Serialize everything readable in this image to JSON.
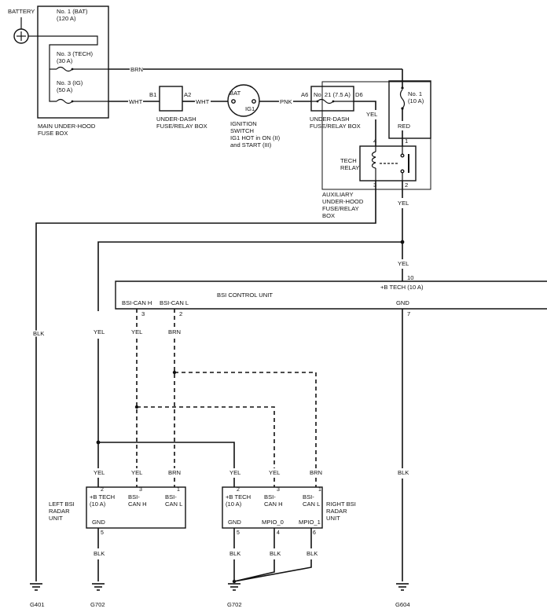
{
  "battery": {
    "label": "BATTERY"
  },
  "main_fuse_box": {
    "label_1": "MAIN UNDER-HOOD",
    "label_2": "FUSE BOX",
    "fuses": [
      {
        "name": "No. 1 (BAT)",
        "rating": "(120 A)"
      },
      {
        "name": "No. 3 (TECH)",
        "rating": "(30 A)"
      },
      {
        "name": "No. 3 (IG)",
        "rating": "(50 A)"
      }
    ]
  },
  "under_dash_box_1": {
    "pin_in": "B1",
    "pin_out": "A2",
    "label_1": "UNDER-DASH",
    "label_2": "FUSE/RELAY BOX"
  },
  "ignition_switch": {
    "pin_bat": "BAT",
    "pin_ig1": "IG1",
    "label_1": "IGNITION",
    "label_2": "SWITCH",
    "note_1": "IG1 HOT in ON (II)",
    "note_2": "and START (III)"
  },
  "under_dash_box_2": {
    "pin_in": "A6",
    "pin_out": "D6",
    "fuse": "No. 21 (7.5 A)",
    "label_1": "UNDER-DASH",
    "label_2": "FUSE/RELAY BOX"
  },
  "aux_box": {
    "fuse_name": "No. 1",
    "fuse_rating": "(10 A)",
    "relay_1": "TECH",
    "relay_2": "RELAY",
    "pins": [
      "4",
      "1",
      "3",
      "2"
    ],
    "label_1": "AUXILIARY",
    "label_2": "UNDER-HOOD",
    "label_3": "FUSE/RELAY",
    "label_4": "BOX"
  },
  "wires": {
    "brn": "BRN",
    "wht": "WHT",
    "pnk": "PNK",
    "yel": "YEL",
    "red": "RED",
    "blk": "BLK"
  },
  "bsi_control_unit": {
    "title": "BSI CONTROL UNIT",
    "can_h": "BSI-CAN H",
    "can_h_pin": "3",
    "can_l": "BSI-CAN L",
    "can_l_pin": "2",
    "btech": "+B TECH (10 A)",
    "btech_pin": "10",
    "gnd": "GND",
    "gnd_pin": "7"
  },
  "left_radar": {
    "label_1": "LEFT BSI",
    "label_2": "RADAR",
    "label_3": "UNIT",
    "btech_1": "+B TECH",
    "btech_2": "(10 A)",
    "canh_1": "BSI-",
    "canh_2": "CAN H",
    "canl_1": "BSI-",
    "canl_2": "CAN L",
    "gnd": "GND",
    "pins": [
      "2",
      "3",
      "1",
      "5"
    ]
  },
  "right_radar": {
    "label_1": "RIGHT BSI",
    "label_2": "RADAR",
    "label_3": "UNIT",
    "btech_1": "+B TECH",
    "btech_2": "(10 A)",
    "canh_1": "BSI-",
    "canh_2": "CAN H",
    "canl_1": "BSI-",
    "canl_2": "CAN L",
    "gnd": "GND",
    "mpio0": "MPIO_0",
    "mpio1": "MPIO_1",
    "pins": [
      "2",
      "3",
      "1",
      "5",
      "4",
      "6"
    ]
  },
  "grounds": [
    "G401",
    "G702",
    "G702",
    "G604"
  ]
}
